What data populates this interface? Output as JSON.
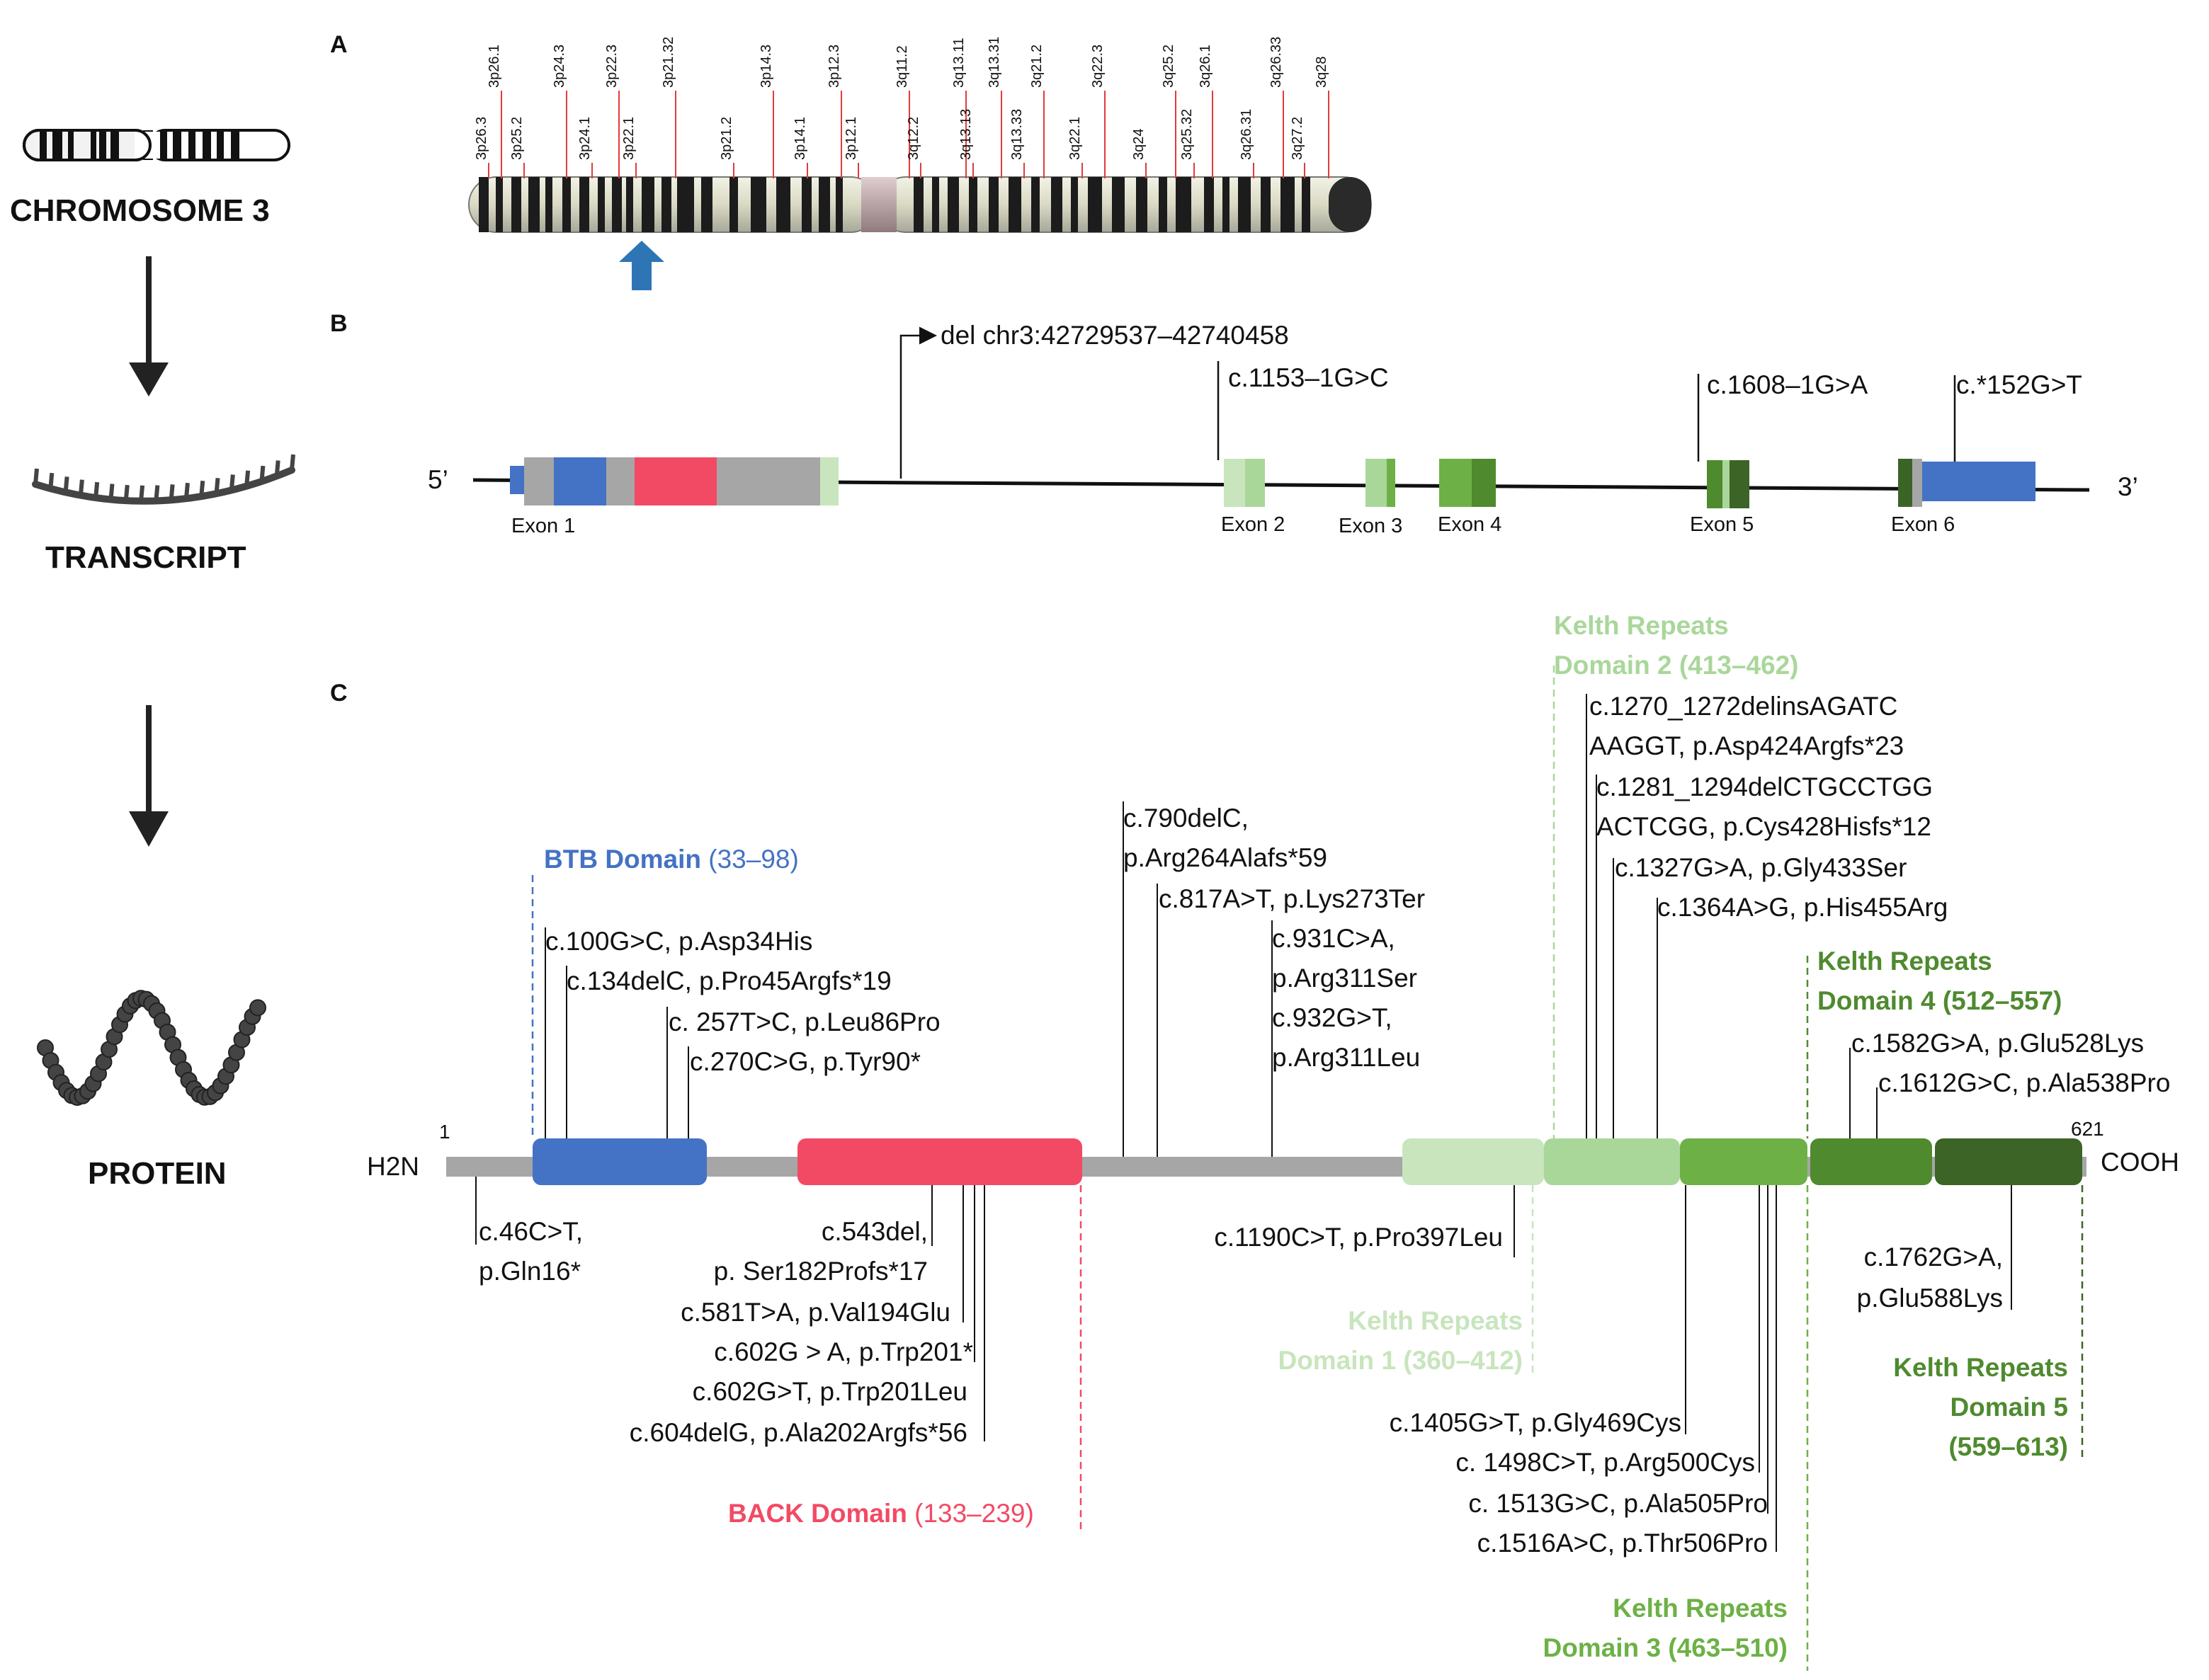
{
  "sidebar": {
    "chromosome": "CHROMOSOME 3",
    "transcript": "TRANSCRIPT",
    "protein": "PROTEIN"
  },
  "panels": {
    "a": "A",
    "b": "B",
    "c": "C"
  },
  "colors": {
    "btb": "#4472c4",
    "back": "#f24a65",
    "kr1": "#c8e5bd",
    "kr2": "#a9d79a",
    "kr3": "#6db146",
    "kr4": "#4f8a2f",
    "kr5": "#3c6426",
    "backbone": "#a6a6a6"
  },
  "chromosome": {
    "top_bands": [
      "3p26.1",
      "3p24.3",
      "3p22.3",
      "3p21.32",
      "3p14.3",
      "3p12.3",
      "3q11.2",
      "3q13.11",
      "3q13.31",
      "3q21.2",
      "3q22.3",
      "3q25.2",
      "3q26.1",
      "3q26.33",
      "3q28"
    ],
    "bottom_bands": [
      "3p26.3",
      "3p25.2",
      "3p24.1",
      "3p22.1",
      "3p21.2",
      "3p14.1",
      "3p12.1",
      "3q12.2",
      "3q13.13",
      "3q13.33",
      "3q22.1",
      "3q24",
      "3q25.32",
      "3q26.31",
      "3q27.2"
    ]
  },
  "transcript": {
    "five_prime": "5’",
    "three_prime": "3’",
    "exons": [
      "Exon 1",
      "Exon 2",
      "Exon 3",
      "Exon 4",
      "Exon 5",
      "Exon 6"
    ],
    "deletion": "del chr3:42729537–42740458",
    "variants": [
      "c.1153–1G>C",
      "c.1608–1G>A",
      "c.*152G>T"
    ]
  },
  "protein": {
    "n_term": "H2N",
    "c_term": "COOH",
    "start": "1",
    "end": "621",
    "domains": {
      "btb": {
        "name": "BTB Domain",
        "range": "(33–98)"
      },
      "back": {
        "name": "BACK Domain",
        "range": "(133–239)"
      },
      "kr1": {
        "line1": "Kelth Repeats",
        "line2": "Domain 1 (360–412)"
      },
      "kr2": {
        "line1": "Kelth Repeats",
        "line2": "Domain 2 (413–462)"
      },
      "kr3": {
        "line1": "Kelth Repeats",
        "line2": "Domain 3 (463–510)"
      },
      "kr4": {
        "line1": "Kelth Repeats",
        "line2": "Domain 4 (512–557)"
      },
      "kr5": {
        "line1": "Kelth Repeats",
        "line2": "Domain 5",
        "line3": "(559–613)"
      }
    },
    "mutations_above_btb": [
      "c.100G>C, p.Asp34His",
      "c.134delC, p.Pro45Argfs*19",
      "c. 257T>C, p.Leu86Pro",
      "c.270C>G, p.Tyr90*"
    ],
    "mutations_above_mid": [
      "c.790delC,",
      "p.Arg264Alafs*59",
      "c.817A>T, p.Lys273Ter",
      "c.931C>A,",
      "p.Arg311Ser",
      "c.932G>T,",
      "p.Arg311Leu"
    ],
    "mutations_above_kr2": [
      "c.1270_1272delinsAGATC",
      "AAGGT, p.Asp424Argfs*23",
      "c.1281_1294delCTGCCTGG",
      "ACTCGG, p.Cys428Hisfs*12",
      "c.1327G>A, p.Gly433Ser",
      "c.1364A>G, p.His455Arg"
    ],
    "mutations_above_kr4": [
      "c.1582G>A, p.Glu528Lys",
      "c.1612G>C, p.Ala538Pro"
    ],
    "mutation_below_start": [
      "c.46C>T,",
      "p.Gln16*"
    ],
    "mutations_below_back": [
      "c.543del,",
      "p. Ser182Profs*17",
      "c.581T>A, p.Val194Glu",
      "c.602G > A, p.Trp201*",
      "c.602G>T, p.Trp201Leu",
      "c.604delG, p.Ala202Argfs*56"
    ],
    "mutation_below_kr1": "c.1190C>T, p.Pro397Leu",
    "mutations_below_kr3": [
      "c.1405G>T, p.Gly469Cys",
      "c. 1498C>T, p.Arg500Cys",
      "c. 1513G>C, p.Ala505Pro",
      "c.1516A>C, p.Thr506Pro"
    ],
    "mutation_below_kr5": [
      "c.1762G>A,",
      "p.Glu588Lys"
    ]
  }
}
